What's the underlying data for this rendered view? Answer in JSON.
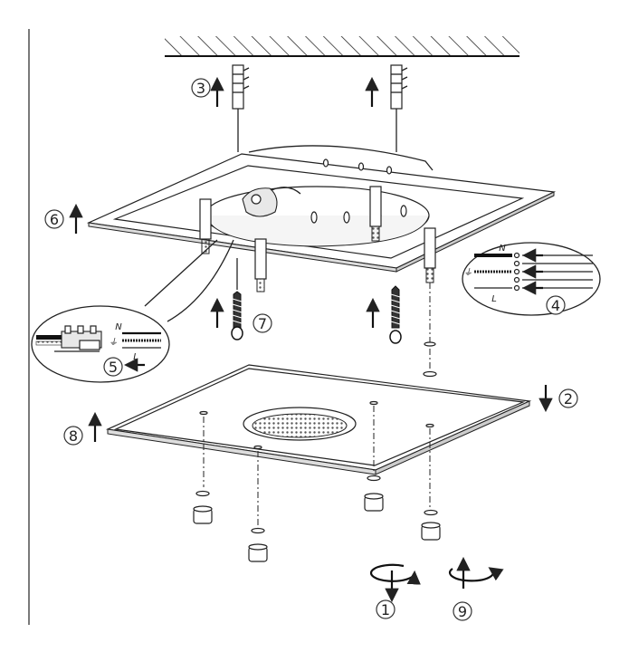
{
  "steps": {
    "s1": "1",
    "s2": "2",
    "s3": "3",
    "s4": "4",
    "s5": "5",
    "s6": "6",
    "s7": "7",
    "s8": "8",
    "s9": "9"
  },
  "wiring": {
    "neutral": "N",
    "live": "L",
    "ground": "⏚"
  }
}
